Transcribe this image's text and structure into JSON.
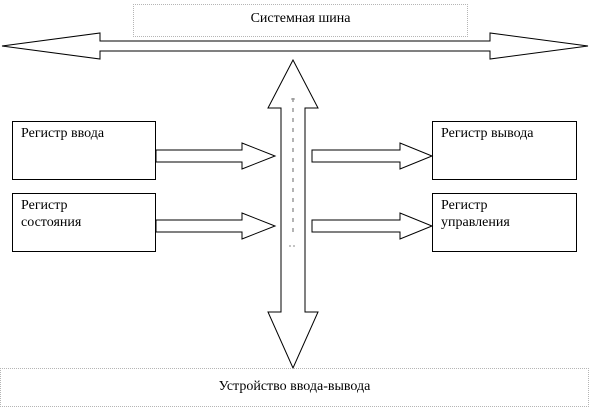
{
  "system_bus": {
    "label": "Системная шина"
  },
  "device": {
    "label": "Устройство ввода-вывода"
  },
  "registers": {
    "input": "Регистр ввода",
    "status": "Регистр\nсостояния",
    "output": "Регистр вывода",
    "control": "Регистр\nуправления"
  },
  "colors": {
    "stroke": "#000000",
    "dotted_border": "#b5b5b5",
    "fill": "#ffffff"
  }
}
